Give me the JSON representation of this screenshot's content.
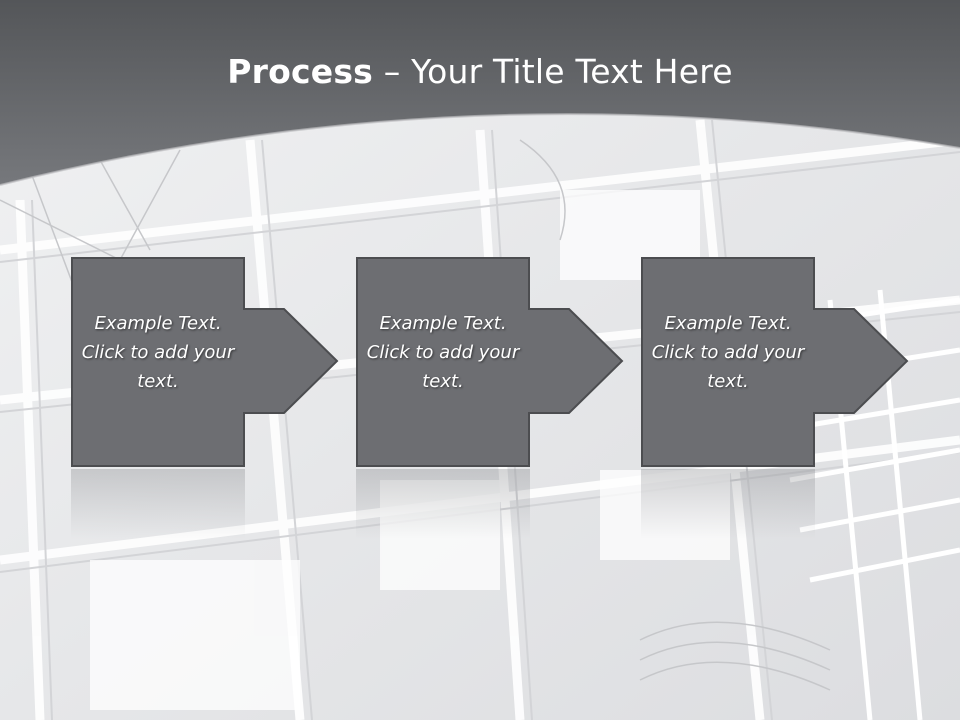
{
  "slide": {
    "title_bold": "Process",
    "title_rest": " – Your Title Text Here"
  },
  "steps": [
    {
      "text": "Example Text. Click  to add your text."
    },
    {
      "text": "Example Text. Click  to add your text."
    },
    {
      "text": "Example Text. Click  to add your text."
    }
  ],
  "colors": {
    "banner": "#5e6064",
    "box": "#6d6e72",
    "box_border": "#4c4d50",
    "background": "#e9eaec"
  }
}
